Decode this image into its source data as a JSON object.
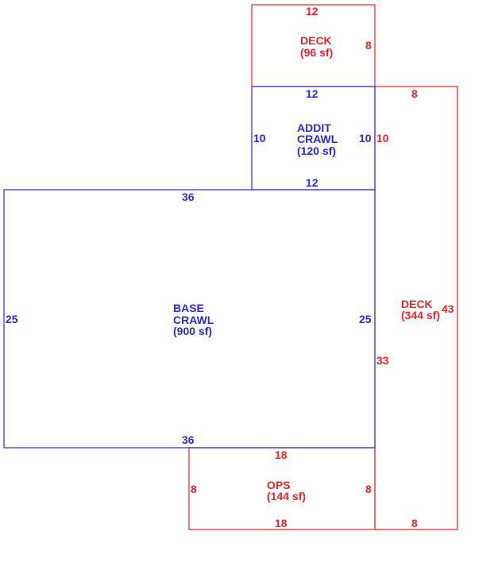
{
  "colors": {
    "deck_and_ops": "#e8232a",
    "crawl": "#2a2acc"
  },
  "areas": {
    "top_deck": {
      "name": "DECK",
      "area": "(96 sf)",
      "dims": {
        "top": "12",
        "right": "8"
      }
    },
    "addit_crawl": {
      "name_line1": "ADDIT",
      "name_line2": "CRAWL",
      "area": "(120 sf)",
      "dims": {
        "top": "12",
        "left": "10",
        "right": "10",
        "bottom": "12"
      }
    },
    "base_crawl": {
      "name_line1": "BASE",
      "name_line2": "CRAWL",
      "area": "(900 sf)",
      "dims": {
        "top": "36",
        "left": "25",
        "right": "25",
        "bottom": "36"
      }
    },
    "right_deck": {
      "name": "DECK",
      "area": "(344 sf)",
      "dims": {
        "top": "8",
        "left_upper": "10",
        "right": "43",
        "left_lower": "33",
        "bottom": "8"
      }
    },
    "ops": {
      "name": "OPS",
      "area": "(144 sf)",
      "dims": {
        "top": "18",
        "left": "8",
        "right": "8",
        "bottom": "18"
      }
    }
  }
}
